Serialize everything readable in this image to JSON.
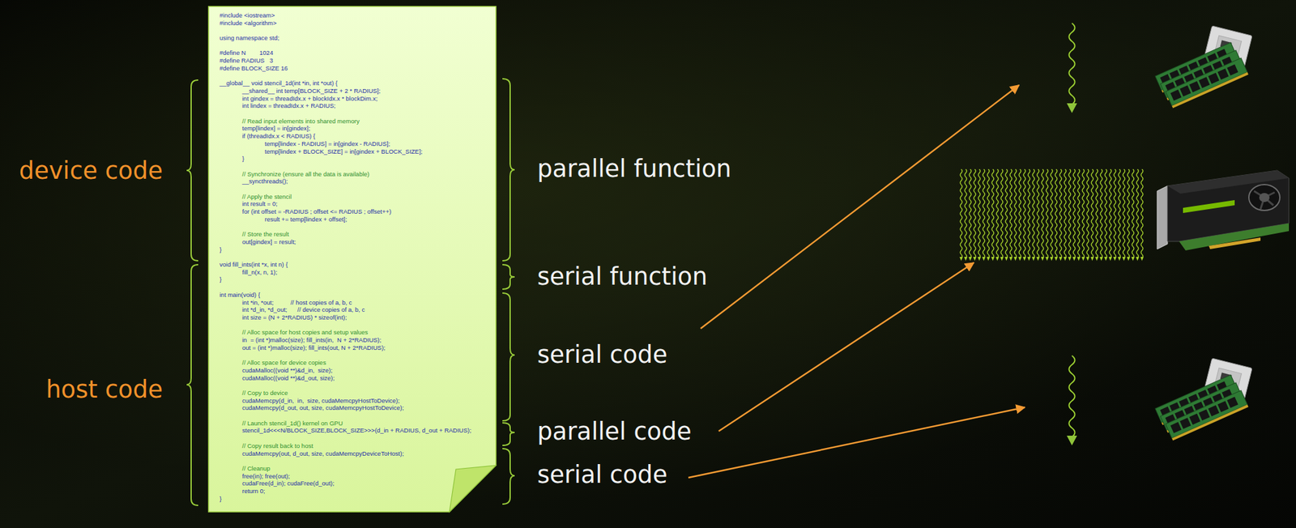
{
  "diagram": {
    "nodes": [
      {
        "text": [
          "#include <iostream>",
          "#include <algorithm>",
          "using namespace std;",
          "#define N        1024",
          "#define RADIUS   3",
          "#define BLOCK_SIZE 16",
          "__global__ void stencil_1d(int *in, int *out) {",
          "__shared__ int temp[BLOCK_SIZE + 2 * RADIUS];",
          "int gindex = threadIdx.x + blockIdx.x * blockDim.x;",
          "int lindex = threadIdx.x + RADIUS;",
          "// Read input elements into shared memory",
          "temp[lindex] = in[gindex];",
          "if (threadIdx.x < RADIUS) {",
          "temp[lindex - RADIUS] = in[gindex - RADIUS];",
          "temp[lindex + BLOCK_SIZE] = in[gindex + BLOCK_SIZE];",
          "}",
          "// Synchronize (ensure all the data is available)",
          "__syncthreads();",
          "// Apply the stencil",
          "int result = 0;",
          "for (int offset = -RADIUS ; offset <= RADIUS ; offset++)",
          "result += temp[lindex + offset];",
          "// Store the result",
          "out[gindex] = result;",
          "}",
          "void fill_ints(int *x, int n) {",
          "fill_n(x, n, 1);",
          "}",
          "int main(void) {",
          "int *in, *out;          // host copies of a, b, c",
          "int *d_in, *d_out;      // device copies of a, b, c",
          "int size = (N + 2*RADIUS) * sizeof(int);",
          "// Alloc space for host copies and setup values",
          "in  = (int *)malloc(size); fill_ints(in,  N + 2*RADIUS);",
          "out = (int *)malloc(size); fill_ints(out, N + 2*RADIUS);",
          "// Alloc space for device copies",
          "cudaMalloc((void **)&d_in,  size);",
          "cudaMalloc((void **)&d_out, size);",
          "// Copy to device",
          "cudaMemcpy(d_in,  in,  size, cudaMemcpyHostToDevice);",
          "cudaMemcpy(d_out, out, size, cudaMemcpyHostToDevice);",
          "// Launch stencil_1d() kernel on GPU",
          "stencil_1d<<<N/BLOCK_SIZE,BLOCK_SIZE>>>(d_in + RADIUS, d_out + RADIUS);",
          "// Copy result back to host",
          "cudaMemcpy(out, d_out, size, cudaMemcpyDeviceToHost);",
          "// Cleanup",
          "free(in); free(out);",
          "cudaFree(d_in); cudaFree(d_out);",
          "return 0;",
          "}"
        ]
      }
    ],
    "labels": [
      "device code",
      "host code",
      "parallel function",
      "serial function",
      "serial code",
      "parallel code",
      "serial code"
    ]
  }
}
